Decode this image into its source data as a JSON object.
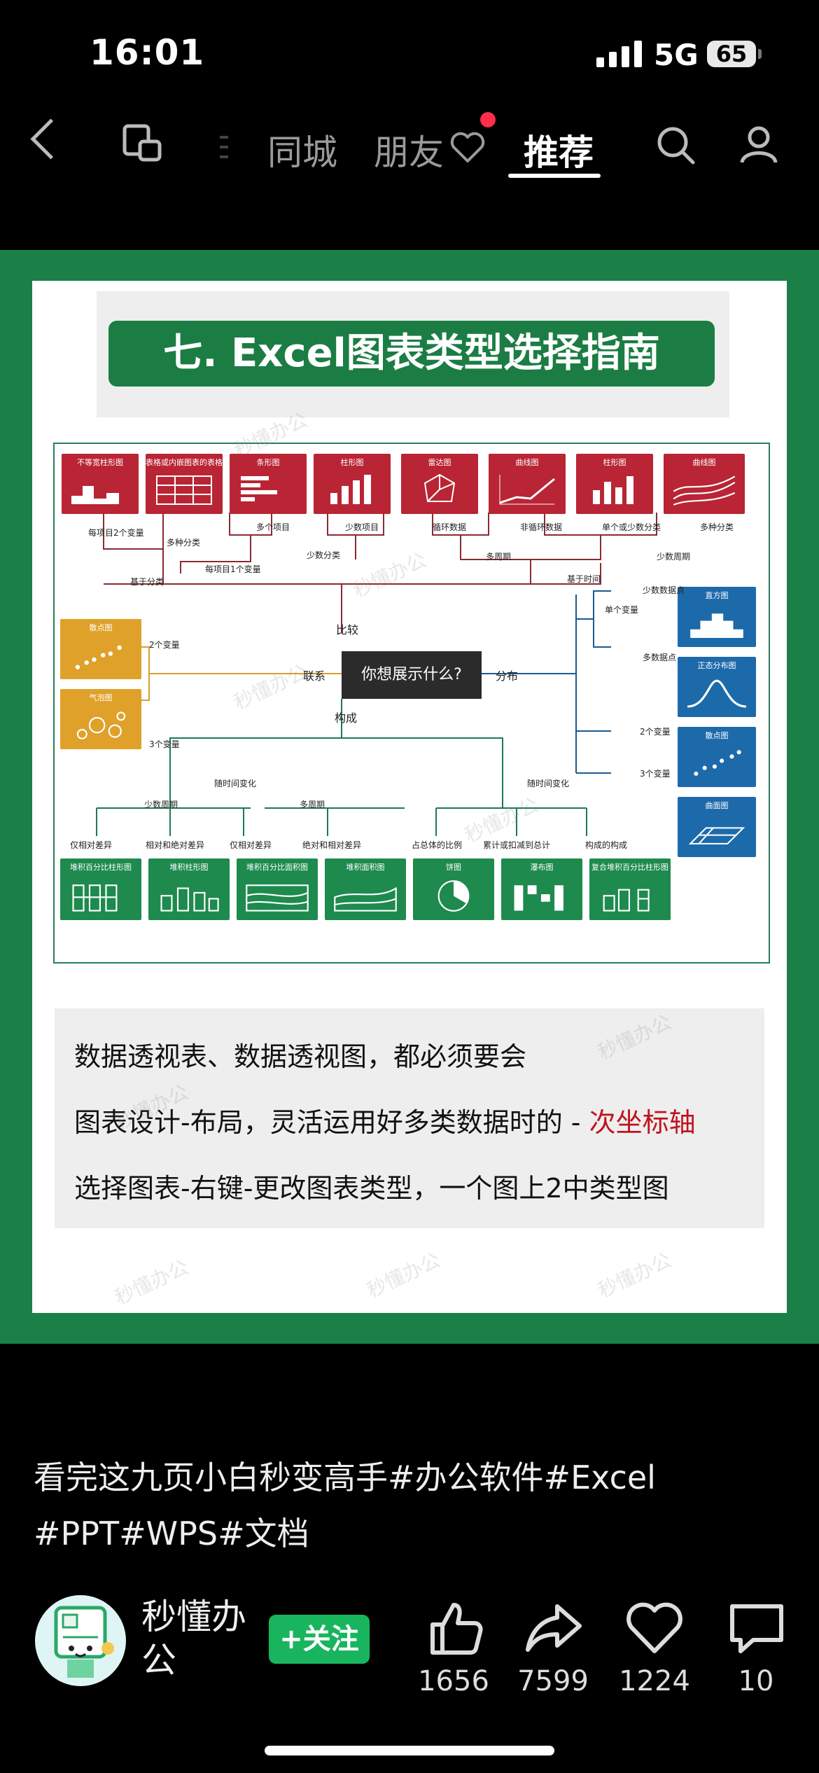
{
  "status_bar": {
    "time": "16:01",
    "network": "5G",
    "battery": "65"
  },
  "nav": {
    "tabs": [
      {
        "label": "同城",
        "active": false
      },
      {
        "label": "朋友",
        "active": false
      },
      {
        "label": "推荐",
        "active": true
      }
    ],
    "icons": [
      "back-icon",
      "multi-window-icon",
      "search-icon",
      "profile-icon"
    ]
  },
  "poster": {
    "title": "七. Excel图表类型选择指南",
    "center_question": "你想展示什么?",
    "branches": {
      "compare": "比较",
      "relation": "联系",
      "distribution": "分布",
      "composition": "构成"
    },
    "top_boxes": [
      "不等宽柱形图",
      "表格或内嵌图表的表格",
      "条形图",
      "柱形图",
      "雷达图",
      "曲线图",
      "柱形图",
      "曲线图"
    ],
    "top_labels": [
      "每项目2个变量",
      "多种分类",
      "多个项目",
      "少数项目",
      "循环数据",
      "非循环数据",
      "单个或少数分类",
      "多种分类"
    ],
    "top_group_labels": [
      "少数分类",
      "每项目1个变量",
      "多周期",
      "少数周期",
      "基于分类",
      "基于时间"
    ],
    "left_boxes": [
      "散点图",
      "气泡图"
    ],
    "left_labels": [
      "2个变量",
      "3个变量"
    ],
    "right_boxes": [
      "直方图",
      "正态分布图",
      "散点图",
      "曲面图"
    ],
    "right_labels": [
      "单个变量",
      "少数数据点",
      "多数据点",
      "2个变量",
      "3个变量"
    ],
    "bottom_group_labels": [
      "随时间变化",
      "随时间变化",
      "少数周期",
      "多周期"
    ],
    "bottom_labels": [
      "仅相对差异",
      "相对和绝对差异",
      "仅相对差异",
      "绝对和相对差异",
      "占总体的比例",
      "累计或扣减到总计",
      "构成的构成"
    ],
    "bottom_boxes": [
      "堆积百分比柱形图",
      "堆积柱形图",
      "堆积百分比面积图",
      "堆积面积图",
      "饼图",
      "瀑布图",
      "复合堆积百分比柱形图"
    ],
    "notes": [
      {
        "text": "数据透视表、数据透视图，都必须要会",
        "highlight": ""
      },
      {
        "text": "图表设计-布局，灵活运用好多类数据时的 - ",
        "highlight": "次坐标轴"
      },
      {
        "text": "选择图表-右键-更改图表类型，一个图上2中类型图",
        "highlight": ""
      }
    ],
    "watermark": "秒懂办公"
  },
  "caption": "看完这九页小白秒变高手#办公软件#Excel #PPT#WPS#文档",
  "author": {
    "name": "秒懂办公",
    "follow_label": "+关注"
  },
  "actions": [
    {
      "icon": "like-icon",
      "count": "1656"
    },
    {
      "icon": "share-icon",
      "count": "7599"
    },
    {
      "icon": "favorite-icon",
      "count": "1224"
    },
    {
      "icon": "comment-icon",
      "count": "10"
    }
  ]
}
